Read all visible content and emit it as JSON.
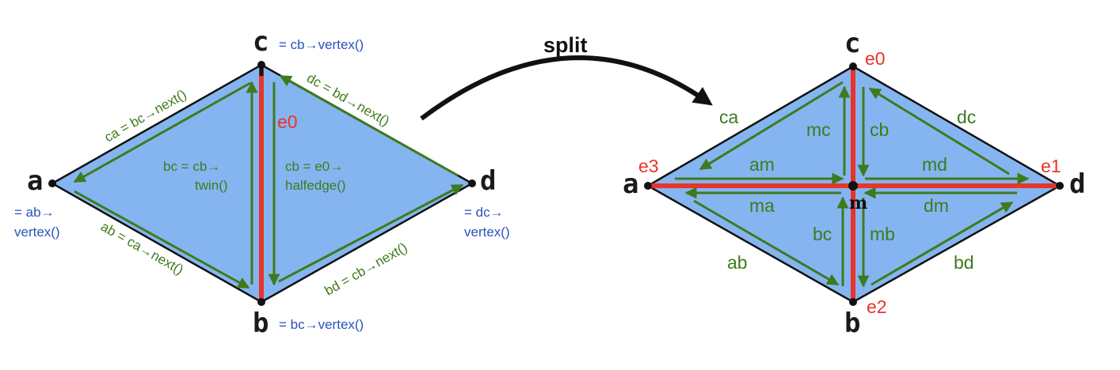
{
  "left": {
    "vertices": {
      "a": "a",
      "b": "b",
      "c": "c",
      "d": "d"
    },
    "edge_label": "e0",
    "vertex_notes": {
      "c": "= cb→vertex()",
      "b": "= bc→vertex()",
      "a_line1": "= ab→",
      "a_line2": "vertex()",
      "d_line1": "= dc→",
      "d_line2": "vertex()"
    },
    "halfedges": {
      "ca": "ca = bc→next()",
      "dc": "dc = bd→next()",
      "ab": "ab = ca→next()",
      "bd": "bd = cb→next()",
      "bc_line1": "bc = cb→",
      "bc_line2": "twin()",
      "cb_line1": "cb = e0→",
      "cb_line2": "halfedge()"
    }
  },
  "operation": "split",
  "right": {
    "vertices": {
      "a": "a",
      "b": "b",
      "c": "c",
      "d": "d",
      "m": "m"
    },
    "edges": {
      "e0": "e0",
      "e1": "e1",
      "e2": "e2",
      "e3": "e3"
    },
    "halfedges": {
      "ca": "ca",
      "dc": "dc",
      "ab": "ab",
      "bd": "bd",
      "mc": "mc",
      "cb": "cb",
      "am": "am",
      "md": "md",
      "ma": "ma",
      "dm": "dm",
      "bc": "bc",
      "mb": "mb"
    }
  },
  "colors": {
    "face_fill": "#85b5f0",
    "outline": "#111111",
    "halfedge": "#3f7a1e",
    "edge": "#e8342a",
    "note": "#2a52be"
  }
}
